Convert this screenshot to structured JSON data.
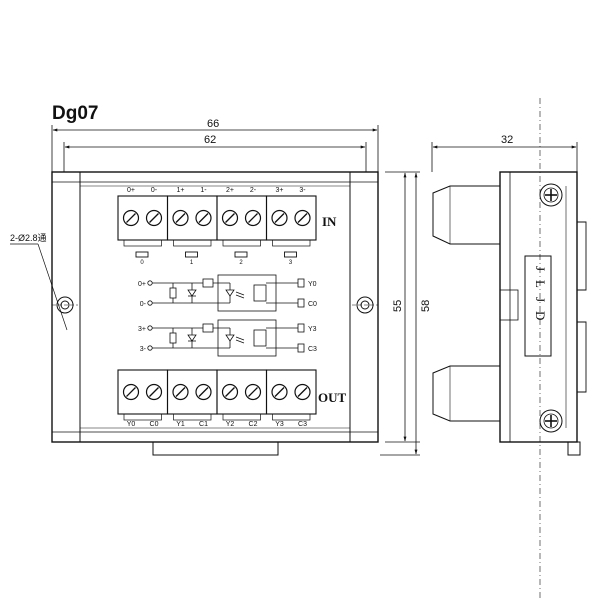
{
  "title": "Dg07",
  "dimensions": {
    "overall_width": "66",
    "mount_width": "62",
    "height_inner": "55",
    "height_outer": "58",
    "depth": "32",
    "hole_spec": "2-Ø2.8通"
  },
  "input_block": {
    "label": "IN",
    "terminals": [
      "0+",
      "0-",
      "1+",
      "1-",
      "2+",
      "2-",
      "3+",
      "3-"
    ],
    "led_numbers": [
      "0",
      "1",
      "2",
      "3"
    ]
  },
  "output_block": {
    "label": "OUT",
    "terminals": [
      "Y0",
      "C0",
      "Y1",
      "C1",
      "Y2",
      "C2",
      "Y3",
      "C3"
    ]
  },
  "circuits": [
    {
      "in_plus": "0+",
      "in_minus": "0-",
      "out_y": "Y0",
      "out_c": "C0"
    },
    {
      "in_plus": "3+",
      "in_minus": "3-",
      "out_y": "Y3",
      "out_c": "C3"
    }
  ],
  "side_view": {
    "brand": "JLJD"
  }
}
